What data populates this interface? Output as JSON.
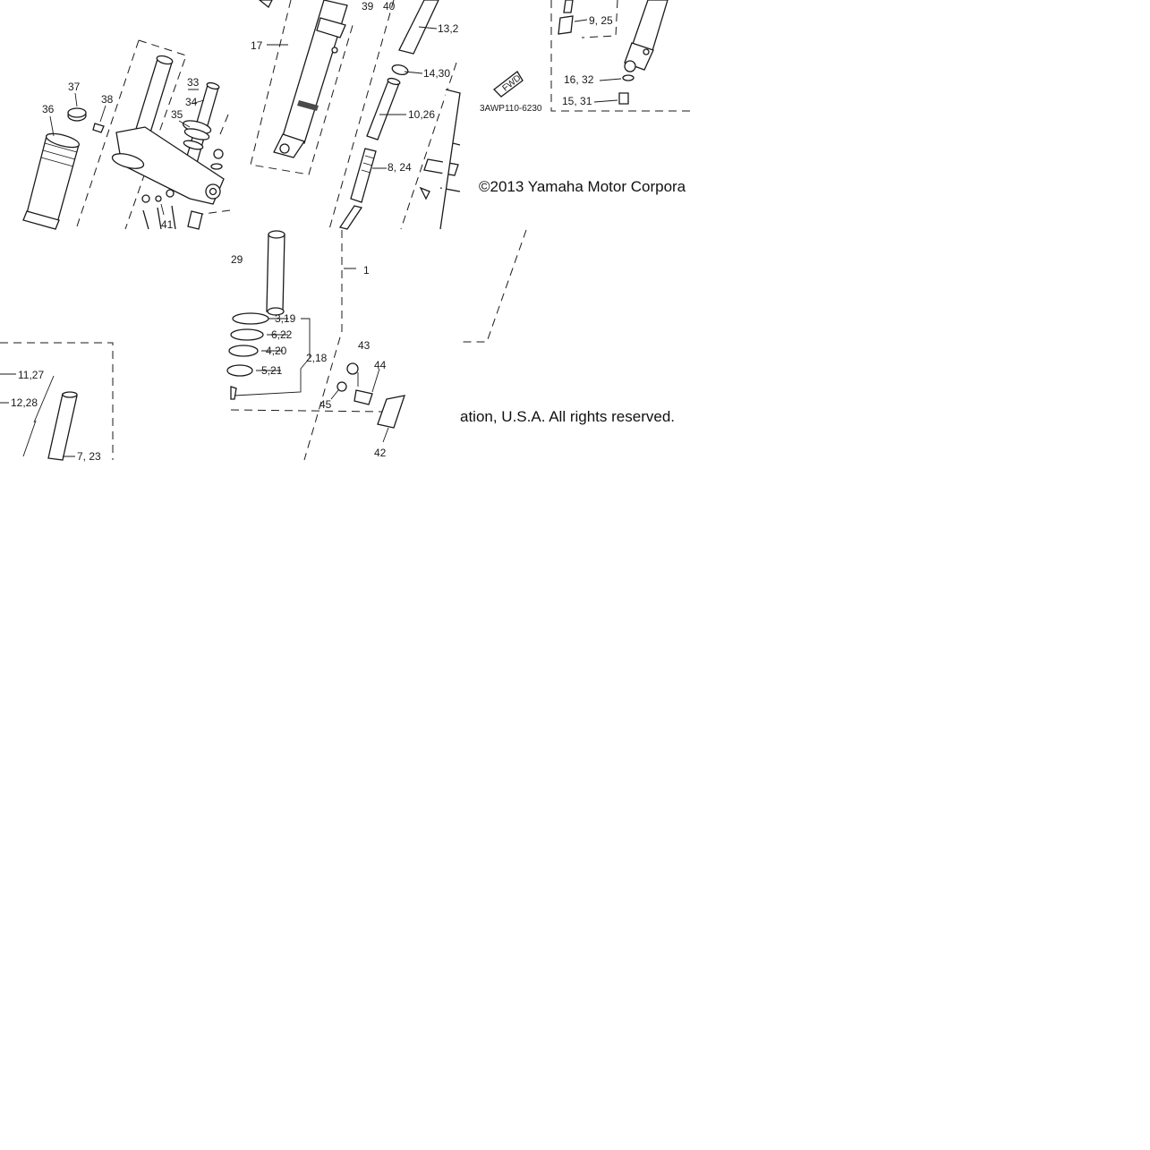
{
  "diagram": {
    "copyright_top": "©2013 Yamaha Motor Corpora",
    "copyright_bottom": "ation, U.S.A. All rights reserved.",
    "drawing_code": "3AWP110-6230",
    "fwd_label": "FWD",
    "callouts": {
      "c37": "37",
      "c38": "38",
      "c36": "36",
      "c33": "33",
      "c34": "34",
      "c35": "35",
      "c41": "41",
      "c17": "17",
      "c39": "39",
      "c40": "40",
      "c13": "13,2",
      "c14": "14,30",
      "c10": "10,26",
      "c8": "8, 24",
      "c9": "9, 25",
      "c16": "16, 32",
      "c15": "15, 31",
      "c29": "29",
      "c1": "1",
      "c3": "3,19",
      "c6": "6,22",
      "c4": "4,20",
      "c2": "2,18",
      "c5": "5,21",
      "c43": "43",
      "c44": "44",
      "c45": "45",
      "c42": "42",
      "c11": "11,27",
      "c12": "12,28",
      "c7": "7, 23"
    }
  }
}
